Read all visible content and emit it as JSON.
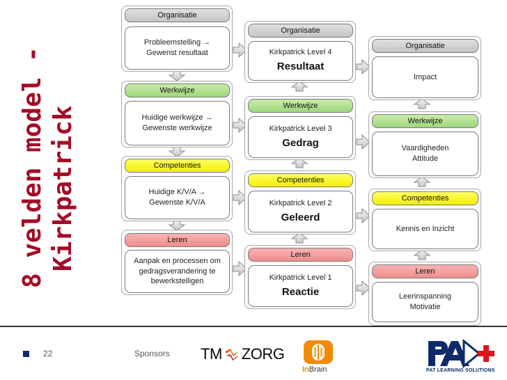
{
  "title": {
    "line1": "8 velden model -",
    "line2": "Kirkpatrick"
  },
  "columns": [
    {
      "groups": [
        {
          "label": "Organisatie",
          "color": "gray",
          "text": [
            "Probleemstelling →",
            "Gewenst resultaat"
          ],
          "big": ""
        },
        {
          "label": "Werkwijze",
          "color": "green",
          "text": [
            "Huidige werkwijze →",
            "Gewenste werkwijze"
          ],
          "big": ""
        },
        {
          "label": "Competenties",
          "color": "yellow",
          "text": [
            "Huidige K/V/A →",
            "Gewenste K/V/A"
          ],
          "big": ""
        },
        {
          "label": "Leren",
          "color": "red",
          "text": [
            "Aanpak en processen om",
            "gedragsverandering te",
            "bewerkstelligen"
          ],
          "big": ""
        }
      ]
    },
    {
      "groups": [
        {
          "label": "Organisatie",
          "color": "gray",
          "text": [
            "Kirkpatrick Level 4"
          ],
          "big": "Resultaat"
        },
        {
          "label": "Werkwijze",
          "color": "green",
          "text": [
            "Kirkpatrick Level 3"
          ],
          "big": "Gedrag"
        },
        {
          "label": "Competenties",
          "color": "yellow",
          "text": [
            "Kirkpatrick Level 2"
          ],
          "big": "Geleerd"
        },
        {
          "label": "Leren",
          "color": "red",
          "text": [
            "Kirkpatrick Level 1"
          ],
          "big": "Reactie"
        }
      ]
    },
    {
      "groups": [
        {
          "label": "Organisatie",
          "color": "gray",
          "text": [
            "Impact"
          ],
          "big": ""
        },
        {
          "label": "Werkwijze",
          "color": "green",
          "text": [
            "Vaardigheden",
            "Attitude"
          ],
          "big": ""
        },
        {
          "label": "Competenties",
          "color": "yellow",
          "text": [
            "Kennis en Inzicht"
          ],
          "big": ""
        },
        {
          "label": "Leren",
          "color": "red",
          "text": [
            "Leerinspanning",
            "Motivatie"
          ],
          "big": ""
        }
      ]
    }
  ],
  "footer": {
    "page_number": "22",
    "sponsors_label": "Sponsors",
    "logos": {
      "tmz_left": "TM",
      "tmz_right": "ZORG",
      "inbrain_prefix": "In",
      "inbrain_suffix": "Brain",
      "pat_text": "PAT LEARNING SOLUTIONS"
    }
  },
  "colors": {
    "title": "#a40c26",
    "gray": "#c8c8c8",
    "green": "#a8dc84",
    "yellow": "#f7f700",
    "red": "#f29a9a",
    "brand_blue": "#0e2a6b",
    "brand_orange": "#f18a00"
  }
}
